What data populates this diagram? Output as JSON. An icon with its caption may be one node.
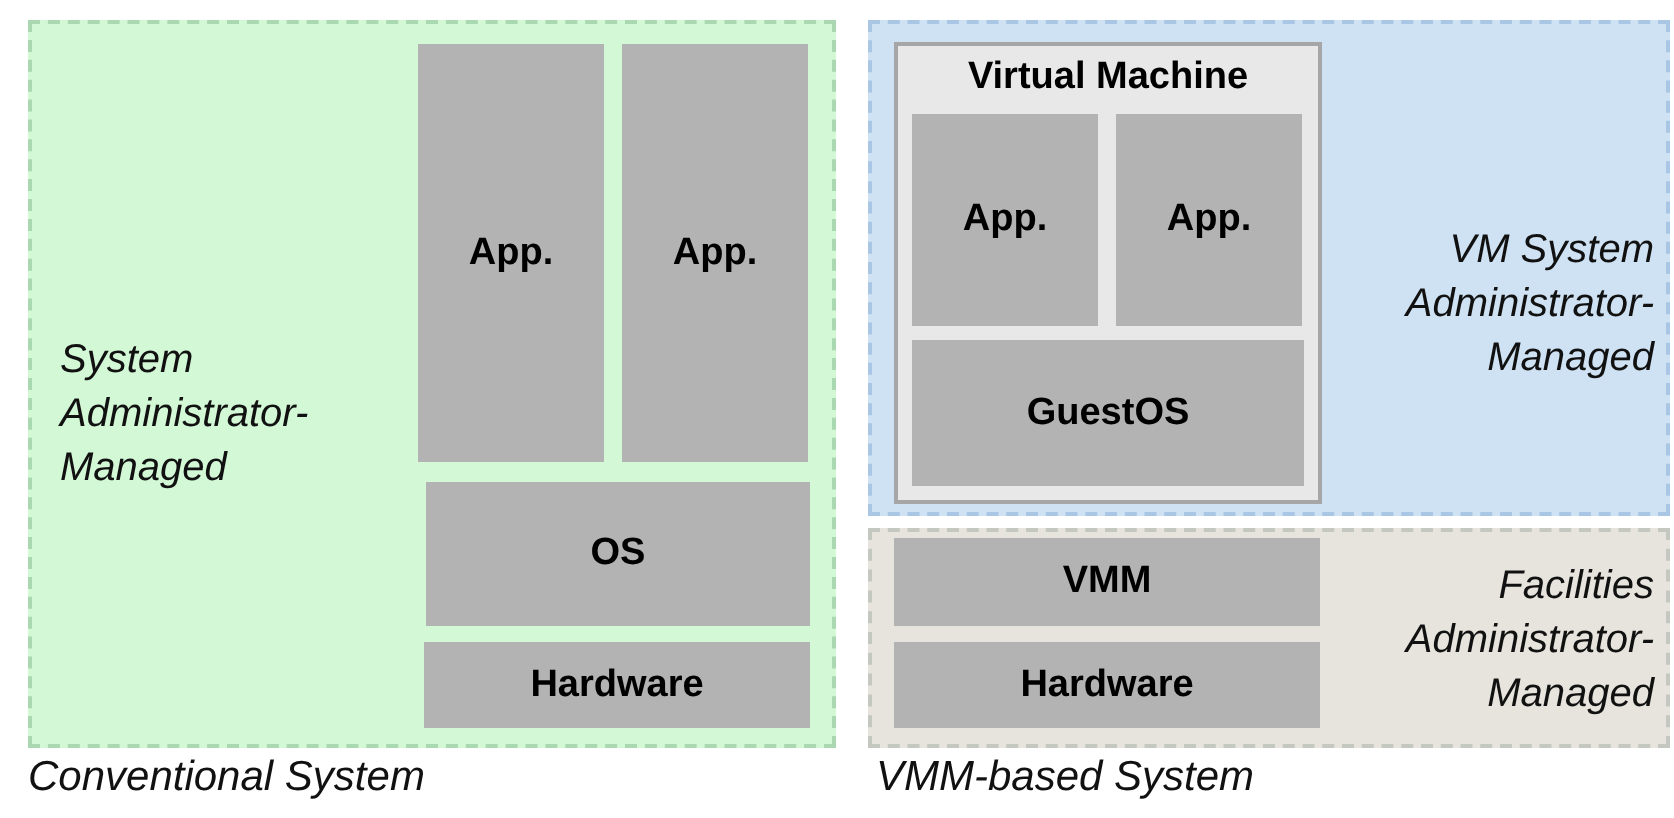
{
  "diagram": {
    "nodes": [
      {
        "text": [
          "System Administrator-Managed"
        ]
      },
      {
        "text": [
          "App."
        ],
        "in": 0
      },
      {
        "text": [
          "App."
        ],
        "in": 0
      },
      {
        "text": [
          "OS"
        ],
        "in": 0
      },
      {
        "text": [
          "Hardware"
        ],
        "in": 0
      },
      {
        "text": [
          "VM System Administrator-Managed"
        ]
      },
      {
        "text": [
          "Virtual Machine"
        ],
        "in": 5
      },
      {
        "text": [
          "App."
        ],
        "in": 6
      },
      {
        "text": [
          "App."
        ],
        "in": 6
      },
      {
        "text": [
          "GuestOS"
        ],
        "in": 6
      },
      {
        "text": [
          "Facilities Administrator-Managed"
        ]
      },
      {
        "text": [
          "VMM"
        ],
        "in": 10
      },
      {
        "text": [
          "Hardware"
        ],
        "in": 10
      }
    ],
    "labels": [
      "Conventional System",
      "VMM-based System"
    ]
  }
}
